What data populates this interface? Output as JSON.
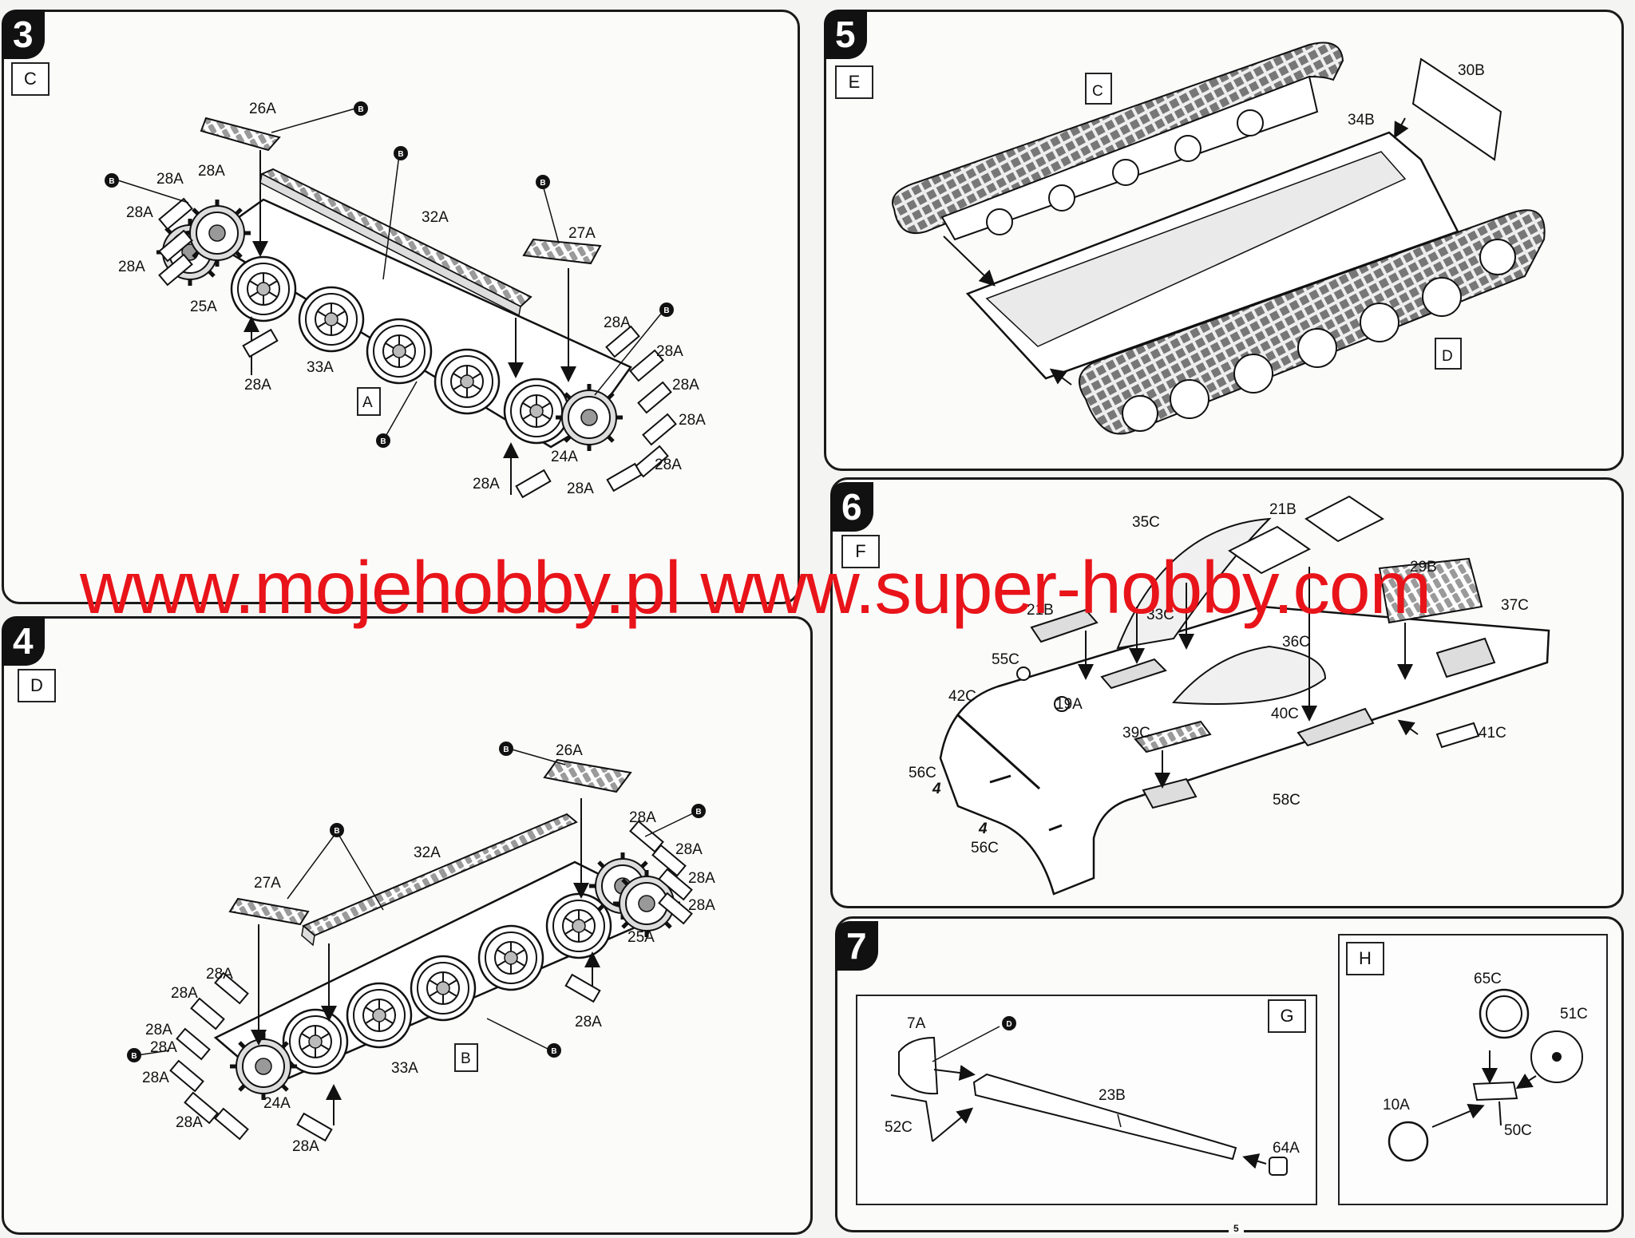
{
  "steps": [
    {
      "number": "3",
      "sprue": "C",
      "sub_box": "A"
    },
    {
      "number": "4",
      "sprue": "D",
      "sub_box": "B"
    },
    {
      "number": "5",
      "sprue": "E",
      "sub_boxes": [
        "C",
        "D"
      ]
    },
    {
      "number": "6",
      "sprue": "F"
    },
    {
      "number": "7",
      "sub_g": "G",
      "sub_h": "H"
    }
  ],
  "callout_marker": "B",
  "callout_marker_d": "D",
  "part_labels": {
    "step3": [
      "26A",
      "32A",
      "27A",
      "28A",
      "28A",
      "28A",
      "28A",
      "25A",
      "33A",
      "28A",
      "28A",
      "28A",
      "28A",
      "28A",
      "28A",
      "24A",
      "28A",
      "28A"
    ],
    "step4": [
      "26A",
      "32A",
      "27A",
      "28A",
      "28A",
      "28A",
      "28A",
      "28A",
      "28A",
      "28A",
      "28A",
      "28A",
      "28A",
      "25A",
      "33A",
      "24A",
      "28A",
      "28A"
    ],
    "step5": [
      "30B",
      "34B"
    ],
    "step6": [
      "35C",
      "21B",
      "21B",
      "29B",
      "33C",
      "37C",
      "55C",
      "36C",
      "42C",
      "19A",
      "40C",
      "41C",
      "39C",
      "56C",
      "58C",
      "56C"
    ],
    "step7": [
      "7A",
      "23B",
      "52C",
      "64A",
      "65C",
      "51C",
      "10A",
      "50C"
    ]
  },
  "step6_count_marks": [
    "4",
    "4"
  ],
  "watermark": "www.mojehobby.pl www.super-hobby.com",
  "page_number": "5"
}
